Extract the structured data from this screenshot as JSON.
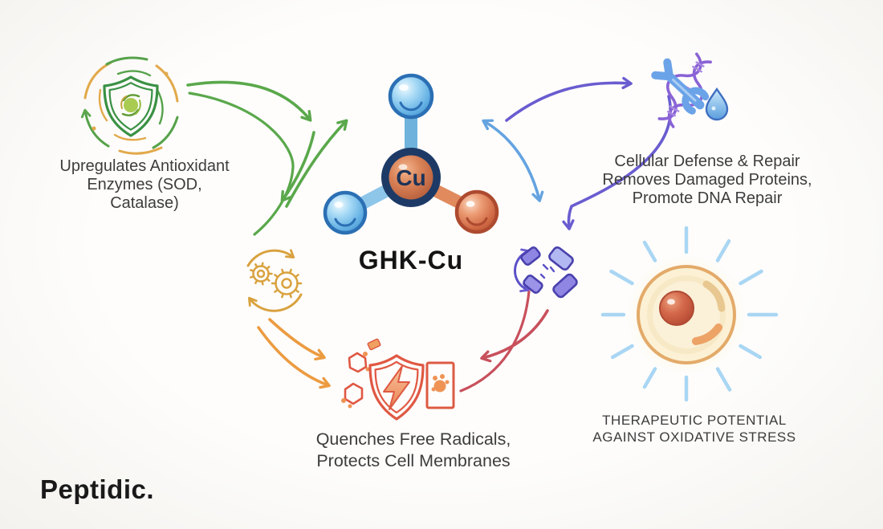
{
  "diagram": {
    "center": {
      "title": "GHK-Cu",
      "atom_label": "Cu"
    },
    "labels": {
      "antioxidant": [
        "Upregulates Antioxidant",
        "Enzymes (SOD,",
        "Catalase)"
      ],
      "defense": [
        "Cellular Defense & Repair",
        "Removes Damaged Proteins,",
        "Promote DNA Repair"
      ],
      "radicals": [
        "Quenches Free Radicals,",
        "Protects Cell Membranes"
      ],
      "therapeutic": [
        "THERAPEUTIC POTENTIAL",
        "AGAINST OXIDATIVE STRESS"
      ]
    },
    "brand": "Peptidic.",
    "icons": {
      "antioxidant": "shield-swirl-icon",
      "defense": "wrench-dna-droplet-icon",
      "metabolism": "gears-cycle-icon",
      "protein": "protein-fragmentation-icon",
      "radicals": "shield-lightning-icon",
      "cell": "glowing-cell-icon"
    },
    "colors": {
      "green": "#5aa84b",
      "amber": "#d9a23f",
      "orange": "#ec9b40",
      "red": "#c8505c",
      "blue": "#64a3e0",
      "purple": "#6a5cd0",
      "copper": "#c96a44",
      "navy": "#1d3a66"
    }
  }
}
